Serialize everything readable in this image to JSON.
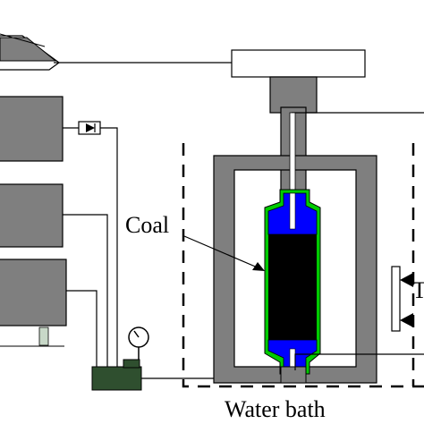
{
  "diagram": {
    "labels": {
      "coal": "Coal",
      "water_bath": "Water bath",
      "edge_letter": "T"
    }
  },
  "colors": {
    "box_gray": "#7f7f7f",
    "dark_gray": "#666666",
    "blue_end": "#0000ff",
    "green_sleeve": "#00cc00",
    "coal_black": "#000000",
    "pump_green": "#2f4f2f"
  }
}
